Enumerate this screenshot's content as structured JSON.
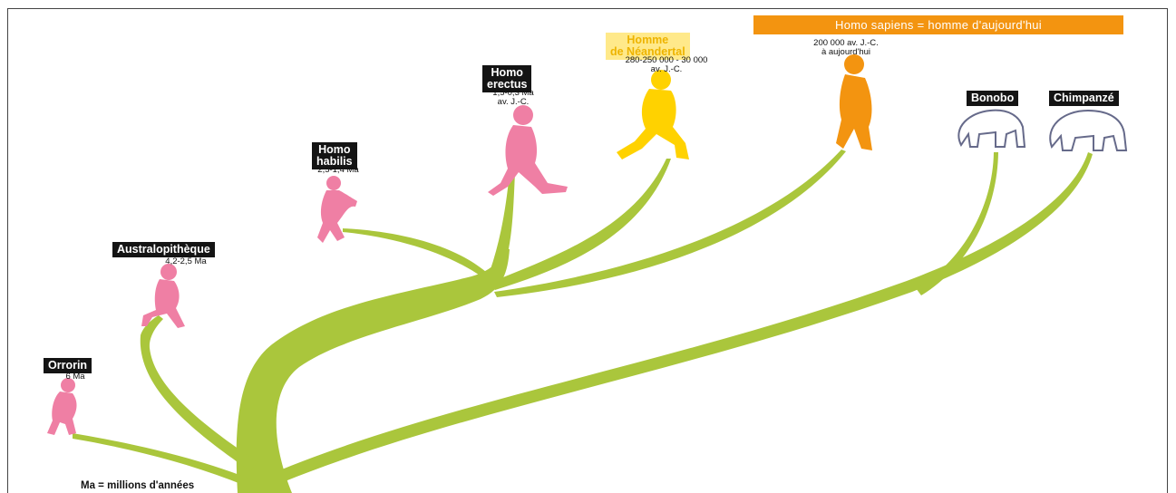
{
  "colors": {
    "branch": "#aac63c",
    "extinct_species": "#ef7fa4",
    "neanderthal": "#ffd200",
    "sapiens": "#f39410",
    "apes_outline": "#666a8a"
  },
  "species": {
    "orrorin": {
      "name": "Orrorin",
      "date": "6 Ma"
    },
    "australopithecus": {
      "name": "Australopithèque",
      "date": "4,2-2,5 Ma"
    },
    "habilis": {
      "name_line1": "Homo",
      "name_line2": "habilis",
      "date": "2,5-1,4 Ma"
    },
    "erectus": {
      "name_line1": "Homo",
      "name_line2": "erectus",
      "date_line1": "1,5-0,3 Ma",
      "date_line2": "av. J.-C."
    },
    "neanderthal": {
      "name_line1": "Homme",
      "name_line2": "de Néandertal",
      "date_line1": "280-250 000 - 30 000",
      "date_line2": "av. J.-C."
    },
    "sapiens": {
      "name": "Homo sapiens  =  homme d'aujourd'hui",
      "date_line1": "200 000 av. J.-C.",
      "date_line2": "à aujourd'hui"
    },
    "bonobo": {
      "name": "Bonobo"
    },
    "chimpanzee": {
      "name": "Chimpanzé"
    }
  },
  "footnote": "Ma = millions d'années",
  "icons": {
    "orrorin": "walking-hominid-icon",
    "australopithecus": "walking-hominid-icon",
    "habilis": "walking-hominid-icon",
    "erectus": "walking-human-icon",
    "neanderthal": "walking-human-icon",
    "sapiens": "standing-human-icon",
    "bonobo": "bonobo-icon",
    "chimpanzee": "chimpanzee-icon"
  }
}
